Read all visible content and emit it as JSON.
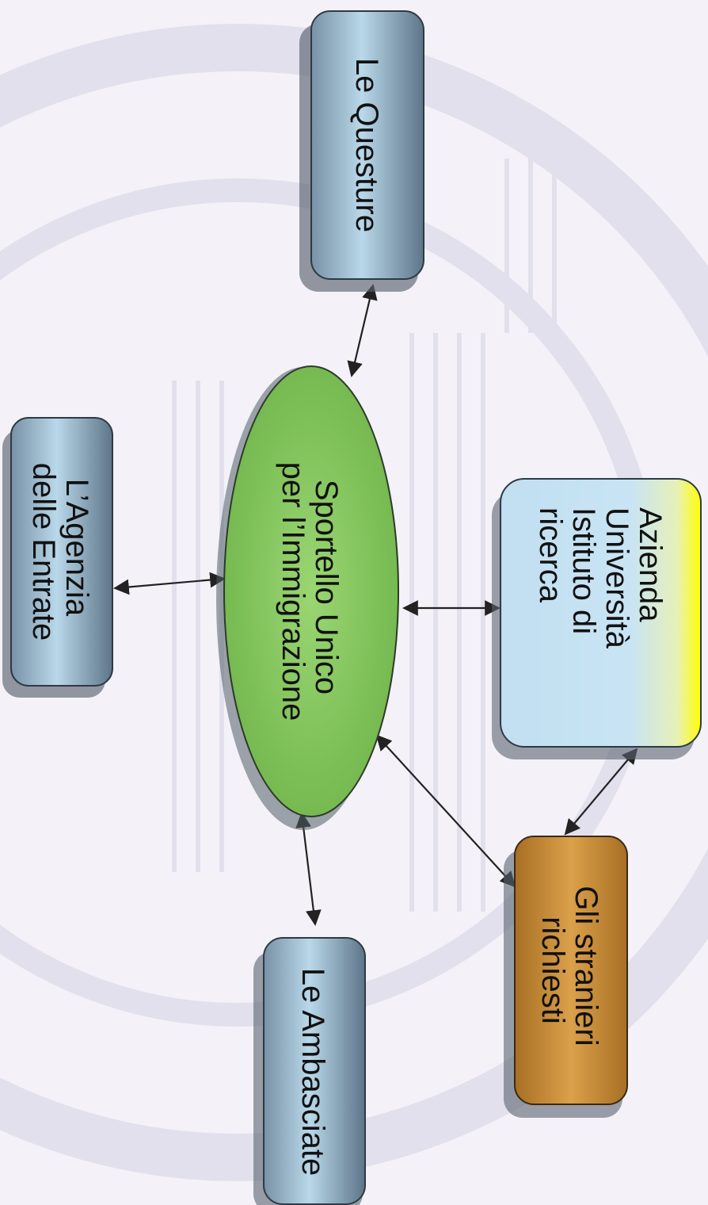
{
  "diagram": {
    "central_node": {
      "lines": [
        "Sportello Unico",
        "per l’Immigrazione"
      ],
      "color": "#8fcf6a"
    },
    "nodes": [
      {
        "id": "questure",
        "lines": [
          "Le Questure"
        ],
        "color": "#a9c8dc"
      },
      {
        "id": "agenzia",
        "lines": [
          "L’Agenzia",
          "delle Entrate"
        ],
        "color": "#a9c8dc"
      },
      {
        "id": "azienda",
        "lines": [
          "Azienda",
          "Università",
          "Istituto di",
          "ricerca"
        ],
        "color_from": "#ffff00",
        "color_to": "#c5e3f3"
      },
      {
        "id": "stranieri",
        "lines": [
          "Gli stranieri",
          "richiesti"
        ],
        "color": "#d49a3e"
      },
      {
        "id": "ambasciate",
        "lines": [
          "Le Ambasciate"
        ],
        "color": "#a9c8dc"
      }
    ],
    "connections": [
      {
        "from": "central",
        "to": "questure",
        "direction": "both"
      },
      {
        "from": "central",
        "to": "agenzia",
        "direction": "both"
      },
      {
        "from": "central",
        "to": "azienda",
        "direction": "both"
      },
      {
        "from": "central",
        "to": "stranieri",
        "direction": "both"
      },
      {
        "from": "central",
        "to": "ambasciate",
        "direction": "both"
      },
      {
        "from": "azienda",
        "to": "stranieri",
        "direction": "both"
      }
    ]
  }
}
